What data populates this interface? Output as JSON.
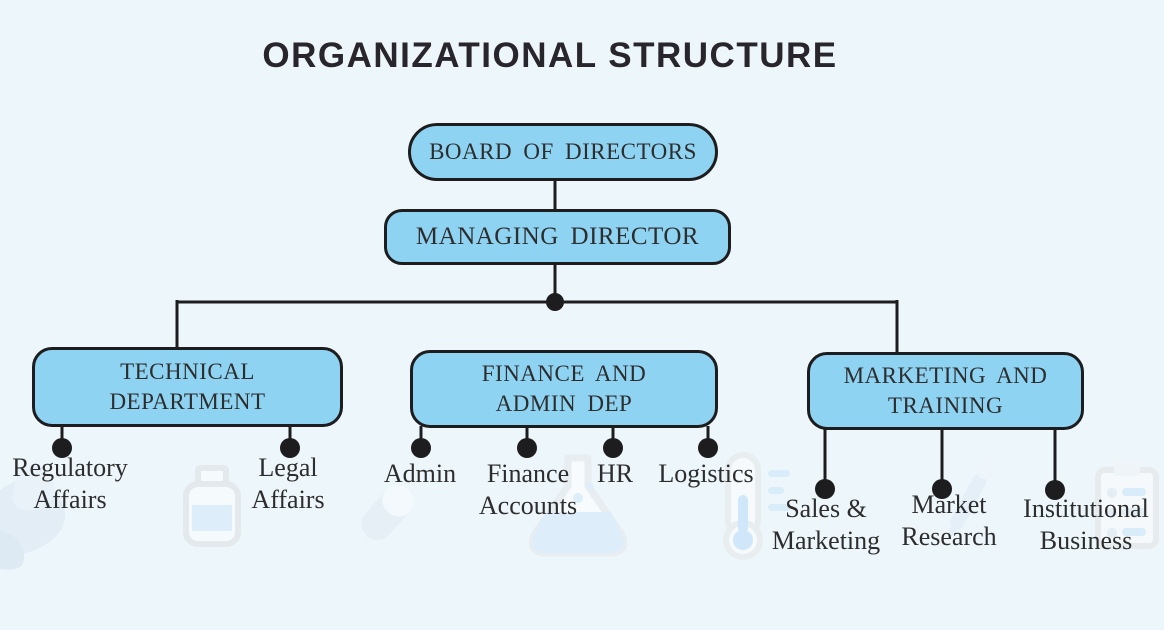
{
  "title": "ORGANIZATIONAL STRUCTURE",
  "colors": {
    "background": "#edf6fa",
    "node_fill": "#8fd3f2",
    "node_border": "#1d1d1f",
    "connector_line": "#1d1d1f",
    "text": "#2d2d2e",
    "title_text": "#28262c",
    "watermark_outline": "#e6ecf0",
    "watermark_accent": "#d9ecf9"
  },
  "org": {
    "board": {
      "label": "BOARD OF DIRECTORS"
    },
    "managing_director": {
      "label": "MANAGING DIRECTOR"
    },
    "departments": [
      {
        "label": "TECHNICAL\nDEPARTMENT",
        "children": [
          {
            "label": "Regulatory\nAffairs"
          },
          {
            "label": "Legal\nAffairs"
          }
        ]
      },
      {
        "label": "FINANCE AND\nADMIN DEP",
        "children": [
          {
            "label": "Admin"
          },
          {
            "label": "Finance\nAccounts"
          },
          {
            "label": "HR"
          },
          {
            "label": "Logistics"
          }
        ]
      },
      {
        "label": "MARKETING AND\nTRAINING",
        "children": [
          {
            "label": "Sales &\nMarketing"
          },
          {
            "label": "Market\nResearch"
          },
          {
            "label": "Institutional\nBusiness"
          }
        ]
      }
    ]
  },
  "watermark_icons": [
    "leaf-hand-icon",
    "medicine-bottle-icon",
    "capsule-icon",
    "flask-icon",
    "thermometer-icon",
    "dropper-icon",
    "clipboard-icon"
  ]
}
